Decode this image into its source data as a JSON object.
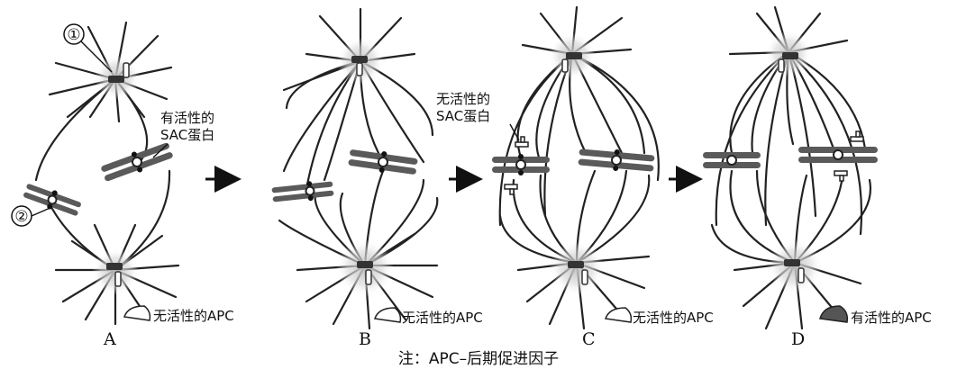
{
  "markers": {
    "m1": "①",
    "m2": "②"
  },
  "labels": {
    "active_sac": [
      "有活性的",
      "SAC蛋白"
    ],
    "inactive_sac": [
      "无活性的",
      "SAC蛋白"
    ]
  },
  "panels": [
    {
      "letter": "A",
      "apc_label": "无活性的APC"
    },
    {
      "letter": "B",
      "apc_label": "无活性的APC"
    },
    {
      "letter": "C",
      "apc_label": "无活性的APC"
    },
    {
      "letter": "D",
      "apc_label": "有活性的APC"
    }
  ],
  "note": "注：APC–后期促进因子",
  "colors": {
    "chromosome": "#5a5a5a",
    "centrosome_glow": "#cfcfcf",
    "active_apc": "#555555",
    "inactive_apc": "#ffffff"
  }
}
